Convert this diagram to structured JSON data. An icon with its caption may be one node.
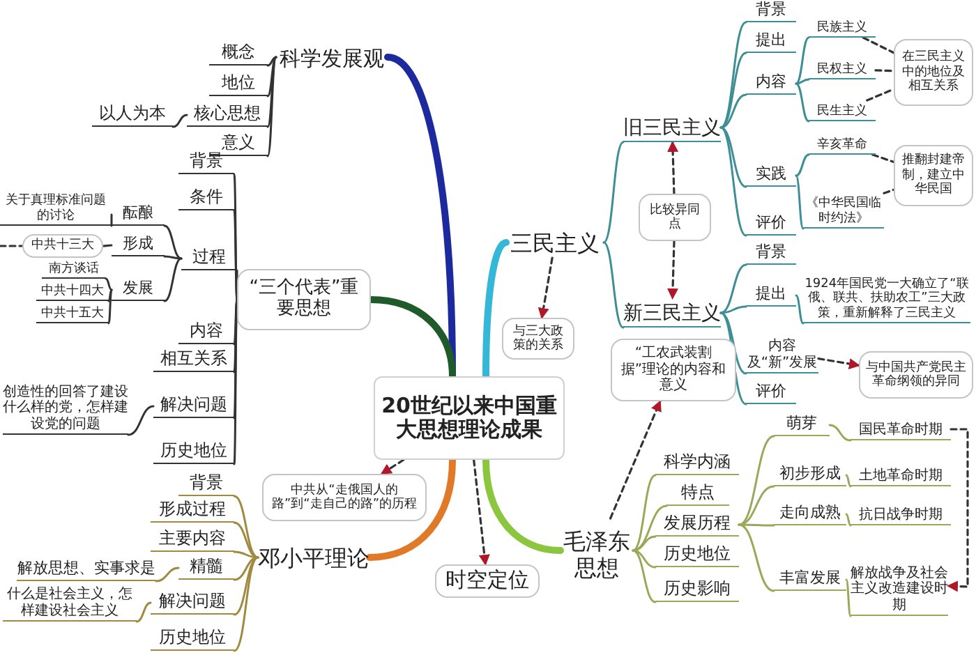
{
  "diagram": {
    "nodes": [
      {
        "text": [
          "20世纪以来中国重大思想理论成果"
        ]
      },
      {
        "text": [
          "科学发展观"
        ]
      },
      {
        "text": [
          "概念"
        ]
      },
      {
        "text": [
          "地位"
        ]
      },
      {
        "text": [
          "核心思想"
        ]
      },
      {
        "text": [
          "意义"
        ]
      },
      {
        "text": [
          "以人为本"
        ]
      },
      {
        "text": [
          "“三个代表”重要思想"
        ]
      },
      {
        "text": [
          "背景"
        ]
      },
      {
        "text": [
          "条件"
        ]
      },
      {
        "text": [
          "过程"
        ]
      },
      {
        "text": [
          "酝酿"
        ]
      },
      {
        "text": [
          "关于真理标准问题的讨论"
        ]
      },
      {
        "text": [
          "形成"
        ]
      },
      {
        "text": [
          "中共十三大"
        ]
      },
      {
        "text": [
          "发展"
        ]
      },
      {
        "text": [
          "南方谈话"
        ]
      },
      {
        "text": [
          "中共十四大"
        ]
      },
      {
        "text": [
          "中共十五大"
        ]
      },
      {
        "text": [
          "内容"
        ]
      },
      {
        "text": [
          "相互关系"
        ]
      },
      {
        "text": [
          "解决问题"
        ]
      },
      {
        "text": [
          "创造性的回答了建设什么样的党，怎样建设党的问题"
        ]
      },
      {
        "text": [
          "历史地位"
        ]
      },
      {
        "text": [
          "邓小平理论"
        ]
      },
      {
        "text": [
          "背景"
        ]
      },
      {
        "text": [
          "形成过程"
        ]
      },
      {
        "text": [
          "主要内容"
        ]
      },
      {
        "text": [
          "精髓"
        ]
      },
      {
        "text": [
          "解放思想、实事求是"
        ]
      },
      {
        "text": [
          "解决问题"
        ]
      },
      {
        "text": [
          "什么是社会主义，怎样建设社会主义"
        ]
      },
      {
        "text": [
          "历史地位"
        ]
      },
      {
        "text": [
          "中共从“走俄国人的路”到“走自己的路”的历程"
        ]
      },
      {
        "text": [
          "时空定位"
        ]
      },
      {
        "text": [
          "“工农武装割据”理论的内容和意义"
        ]
      },
      {
        "text": [
          "毛泽东思想"
        ]
      },
      {
        "text": [
          "科学内涵"
        ]
      },
      {
        "text": [
          "特点"
        ]
      },
      {
        "text": [
          "发展历程"
        ]
      },
      {
        "text": [
          "历史地位"
        ]
      },
      {
        "text": [
          "历史影响"
        ]
      },
      {
        "text": [
          "萌芽"
        ]
      },
      {
        "text": [
          "国民革命时期"
        ]
      },
      {
        "text": [
          "初步形成"
        ]
      },
      {
        "text": [
          "土地革命时期"
        ]
      },
      {
        "text": [
          "走向成熟"
        ]
      },
      {
        "text": [
          "抗日战争时期"
        ]
      },
      {
        "text": [
          "丰富发展"
        ]
      },
      {
        "text": [
          "解放战争及社会主义改造建设时期"
        ]
      },
      {
        "text": [
          "三民主义"
        ]
      },
      {
        "text": [
          "与三大政策的关系"
        ]
      },
      {
        "text": [
          "旧三民主义"
        ]
      },
      {
        "text": [
          "比较异同点"
        ]
      },
      {
        "text": [
          "新三民主义"
        ]
      },
      {
        "text": [
          "背景"
        ]
      },
      {
        "text": [
          "提出"
        ]
      },
      {
        "text": [
          "内容"
        ]
      },
      {
        "text": [
          "民族主义"
        ]
      },
      {
        "text": [
          "民权主义"
        ]
      },
      {
        "text": [
          "民生主义"
        ]
      },
      {
        "text": [
          "在三民主义中的地位及相互关系"
        ]
      },
      {
        "text": [
          "实践"
        ]
      },
      {
        "text": [
          "辛亥革命"
        ]
      },
      {
        "text": [
          "《中华民国临时约法》"
        ]
      },
      {
        "text": [
          "推翻封建帝制，建立中华民国"
        ]
      },
      {
        "text": [
          "评价"
        ]
      },
      {
        "text": [
          "背景"
        ]
      },
      {
        "text": [
          "提出"
        ]
      },
      {
        "text": [
          "1924年国民党一大确立了“联俄、联共、扶助农工”三大政策，重新解释了三民主义"
        ]
      },
      {
        "text": [
          "内容及“新”发展"
        ]
      },
      {
        "text": [
          "与中国共产党民主革命纲领的异同"
        ]
      },
      {
        "text": [
          "评价"
        ]
      }
    ],
    "edges": [
      {
        "from": 0,
        "to": 1,
        "arrow": "none",
        "style": "thick",
        "color": "#1c2a9e"
      },
      {
        "from": 1,
        "to": 2,
        "arrow": "none"
      },
      {
        "from": 1,
        "to": 3,
        "arrow": "none"
      },
      {
        "from": 1,
        "to": 4,
        "arrow": "none"
      },
      {
        "from": 1,
        "to": 5,
        "arrow": "none"
      },
      {
        "from": 4,
        "to": 6,
        "arrow": "none"
      },
      {
        "from": 0,
        "to": 7,
        "arrow": "none",
        "style": "thick",
        "color": "#1e5a2a"
      },
      {
        "from": 7,
        "to": 8,
        "arrow": "none"
      },
      {
        "from": 7,
        "to": 9,
        "arrow": "none"
      },
      {
        "from": 7,
        "to": 10,
        "arrow": "none"
      },
      {
        "from": 10,
        "to": 11,
        "arrow": "none"
      },
      {
        "from": 11,
        "to": 12,
        "arrow": "none"
      },
      {
        "from": 10,
        "to": 13,
        "arrow": "none"
      },
      {
        "from": 13,
        "to": 14,
        "arrow": "none"
      },
      {
        "from": null,
        "to": 14,
        "arrow": "none",
        "style": "dashed"
      },
      {
        "from": 10,
        "to": 15,
        "arrow": "none"
      },
      {
        "from": 15,
        "to": 16,
        "arrow": "none"
      },
      {
        "from": 15,
        "to": 17,
        "arrow": "none"
      },
      {
        "from": 15,
        "to": 18,
        "arrow": "none"
      },
      {
        "from": 7,
        "to": 19,
        "arrow": "none"
      },
      {
        "from": 7,
        "to": 20,
        "arrow": "none"
      },
      {
        "from": 7,
        "to": 21,
        "arrow": "none"
      },
      {
        "from": 21,
        "to": 22,
        "arrow": "none"
      },
      {
        "from": 7,
        "to": 23,
        "arrow": "none"
      },
      {
        "from": 0,
        "to": 24,
        "arrow": "none",
        "style": "thick",
        "color": "#e07a28"
      },
      {
        "from": 24,
        "to": 25,
        "arrow": "none",
        "color": "#a08a40"
      },
      {
        "from": 24,
        "to": 26,
        "arrow": "none",
        "color": "#a08a40"
      },
      {
        "from": 24,
        "to": 27,
        "arrow": "none",
        "color": "#a08a40"
      },
      {
        "from": 24,
        "to": 28,
        "arrow": "none",
        "color": "#a08a40"
      },
      {
        "from": 28,
        "to": 29,
        "arrow": "none",
        "color": "#a08a40"
      },
      {
        "from": 24,
        "to": 30,
        "arrow": "none",
        "color": "#a08a40"
      },
      {
        "from": 30,
        "to": 31,
        "arrow": "none",
        "color": "#a08a40"
      },
      {
        "from": 24,
        "to": 32,
        "arrow": "none",
        "color": "#a08a40"
      },
      {
        "from": 0,
        "to": 33,
        "arrow": "to",
        "style": "dashed"
      },
      {
        "from": 0,
        "to": 34,
        "arrow": "to",
        "style": "dashed"
      },
      {
        "from": 0,
        "to": 36,
        "arrow": "none",
        "style": "thick",
        "color": "#8cc63f"
      },
      {
        "from": 36,
        "to": 35,
        "arrow": "to",
        "style": "dashed"
      },
      {
        "from": 36,
        "to": 37,
        "arrow": "none",
        "color": "#9aa85a"
      },
      {
        "from": 36,
        "to": 38,
        "arrow": "none",
        "color": "#9aa85a"
      },
      {
        "from": 36,
        "to": 39,
        "arrow": "none",
        "color": "#9aa85a"
      },
      {
        "from": 36,
        "to": 40,
        "arrow": "none",
        "color": "#9aa85a"
      },
      {
        "from": 36,
        "to": 41,
        "arrow": "none",
        "color": "#9aa85a"
      },
      {
        "from": 39,
        "to": 42,
        "arrow": "none",
        "color": "#9aa85a"
      },
      {
        "from": 42,
        "to": 43,
        "arrow": "none",
        "color": "#9aa85a"
      },
      {
        "from": 39,
        "to": 44,
        "arrow": "none",
        "color": "#9aa85a"
      },
      {
        "from": 44,
        "to": 45,
        "arrow": "none",
        "color": "#9aa85a"
      },
      {
        "from": 39,
        "to": 46,
        "arrow": "none",
        "color": "#9aa85a"
      },
      {
        "from": 46,
        "to": 47,
        "arrow": "none",
        "color": "#9aa85a"
      },
      {
        "from": 39,
        "to": 48,
        "arrow": "none",
        "color": "#9aa85a"
      },
      {
        "from": 48,
        "to": 49,
        "arrow": "none",
        "color": "#9aa85a"
      },
      {
        "from": 43,
        "to": 49,
        "arrow": "to",
        "style": "dashed"
      },
      {
        "from": 0,
        "to": 50,
        "arrow": "none",
        "style": "thick",
        "color": "#35b8d8"
      },
      {
        "from": 50,
        "to": 51,
        "arrow": "to",
        "style": "dashed"
      },
      {
        "from": 50,
        "to": 52,
        "arrow": "none",
        "color": "#3e8e95"
      },
      {
        "from": 50,
        "to": 54,
        "arrow": "none",
        "color": "#3e8e95"
      },
      {
        "from": 53,
        "to": 52,
        "arrow": "to",
        "style": "dashed"
      },
      {
        "from": 53,
        "to": 54,
        "arrow": "to",
        "style": "dashed"
      },
      {
        "from": 52,
        "to": 55,
        "arrow": "none",
        "color": "#3e8e95"
      },
      {
        "from": 52,
        "to": 56,
        "arrow": "none",
        "color": "#3e8e95"
      },
      {
        "from": 52,
        "to": 57,
        "arrow": "none",
        "color": "#3e8e95"
      },
      {
        "from": 57,
        "to": 58,
        "arrow": "none",
        "color": "#3e8e95"
      },
      {
        "from": 57,
        "to": 59,
        "arrow": "none",
        "color": "#3e8e95"
      },
      {
        "from": 57,
        "to": 60,
        "arrow": "none",
        "color": "#3e8e95"
      },
      {
        "from": 58,
        "to": 61,
        "arrow": "none",
        "style": "dashed"
      },
      {
        "from": 59,
        "to": 61,
        "arrow": "none",
        "style": "dashed"
      },
      {
        "from": 60,
        "to": 61,
        "arrow": "none",
        "style": "dashed"
      },
      {
        "from": 52,
        "to": 62,
        "arrow": "none",
        "color": "#3e8e95"
      },
      {
        "from": 62,
        "to": 63,
        "arrow": "none",
        "color": "#3e8e95"
      },
      {
        "from": 62,
        "to": 64,
        "arrow": "none",
        "color": "#3e8e95"
      },
      {
        "from": 63,
        "to": 65,
        "arrow": "none",
        "style": "dashed"
      },
      {
        "from": 64,
        "to": 65,
        "arrow": "none",
        "style": "dashed"
      },
      {
        "from": 52,
        "to": 66,
        "arrow": "none",
        "color": "#3e8e95"
      },
      {
        "from": 54,
        "to": 67,
        "arrow": "none",
        "color": "#3e8e95"
      },
      {
        "from": 54,
        "to": 68,
        "arrow": "none",
        "color": "#3e8e95"
      },
      {
        "from": 68,
        "to": 69,
        "arrow": "none",
        "color": "#3e8e95"
      },
      {
        "from": 54,
        "to": 70,
        "arrow": "none",
        "color": "#3e8e95"
      },
      {
        "from": 70,
        "to": 71,
        "arrow": "to",
        "style": "dashed"
      },
      {
        "from": 54,
        "to": 72,
        "arrow": "none",
        "color": "#3e8e95"
      }
    ]
  }
}
